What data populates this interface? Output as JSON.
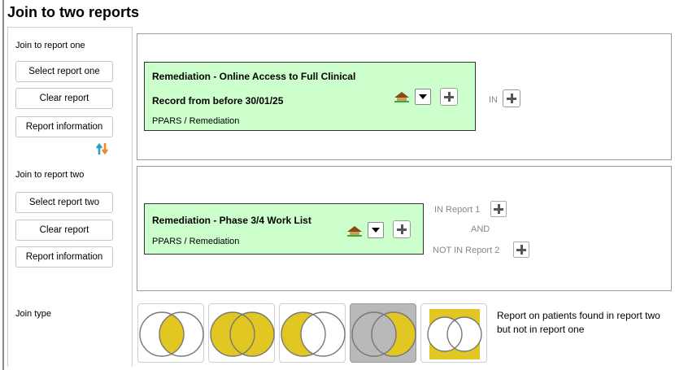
{
  "title": "Join to two reports",
  "report_one": {
    "section_label": "Join to report one",
    "select_label": "Select report one",
    "clear_label": "Clear report",
    "info_label": "Report information",
    "card": {
      "title_line1": "Remediation - Online Access to Full Clinical",
      "title_line2": "Record from before 30/01/25",
      "path": "PPARS / Remediation"
    },
    "in_label": "IN"
  },
  "report_two": {
    "section_label": "Join to report two",
    "select_label": "Select report two",
    "clear_label": "Clear report",
    "info_label": "Report information",
    "card": {
      "title": "Remediation - Phase 3/4 Work List",
      "path": "PPARS / Remediation"
    },
    "in_report1_label": "IN Report 1",
    "and_label": "AND",
    "not_in_report2_label": "NOT IN Report 2"
  },
  "join_type": {
    "label": "Join type",
    "selected_index": 3,
    "options": [
      "intersection",
      "union",
      "report-one-only",
      "report-two-only",
      "outside-both"
    ],
    "description": "Report on patients found in report two but not in report one"
  },
  "colors": {
    "card_bg": "#ccffcc",
    "venn_fill": "#e2c722",
    "selected_bg": "#b9b9b9"
  },
  "icons": [
    "swap-arrows-icon",
    "hut-icon",
    "dropdown-arrow-icon",
    "plus-icon"
  ]
}
